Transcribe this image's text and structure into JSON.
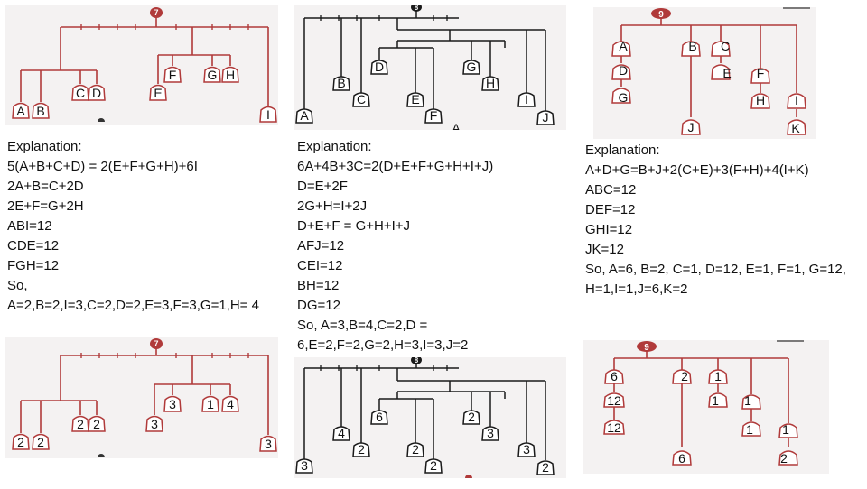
{
  "accent_color": "#b03a3a",
  "ink_color": "#1a1a1a",
  "panels": {
    "p1_top": {
      "badge": "7",
      "labels": {
        "A": "A",
        "B": "B",
        "C": "C",
        "D": "D",
        "E": "E",
        "F": "F",
        "G": "G",
        "H": "H",
        "I": "I"
      }
    },
    "p2_top": {
      "badge": "8",
      "labels": {
        "A": "A",
        "B": "B",
        "C": "C",
        "D": "D",
        "E": "E",
        "F": "F",
        "G": "G",
        "H": "H",
        "I": "I",
        "J": "J"
      },
      "stray": "A"
    },
    "p3_top": {
      "badge": "9",
      "labels": {
        "A": "A",
        "B": "B",
        "C": "C",
        "D": "D",
        "E": "E",
        "F": "F",
        "G": "G",
        "H": "H",
        "I": "I",
        "J": "J",
        "K": "K"
      }
    },
    "p1_bottom": {
      "badge": "7",
      "labels": {
        "A": "2",
        "B": "2",
        "C": "2",
        "D": "2",
        "E": "3",
        "F": "3",
        "G": "1",
        "H": "4",
        "I": "3"
      }
    },
    "p2_bottom": {
      "badge": "8",
      "labels": {
        "A": "3",
        "B": "4",
        "C": "2",
        "D": "6",
        "E": "2",
        "F": "2",
        "G": "2",
        "H": "3",
        "I": "3",
        "J": "2"
      }
    },
    "p3_bottom": {
      "badge": "9",
      "labels": {
        "A": "6",
        "B": "2",
        "C": "1",
        "D": "12",
        "E": "1",
        "F": "1",
        "G": "12",
        "H": "1",
        "I": "1",
        "J": "6",
        "K": "2"
      }
    }
  },
  "explanations": {
    "e1": {
      "title": "Explanation:",
      "lines": [
        "5(A+B+C+D) = 2(E+F+G+H)+6I",
        "2A+B=C+2D",
        "2E+F=G+2H",
        "ABI=12",
        "CDE=12",
        "FGH=12",
        "So,"
      ],
      "answer": "A=2,B=2,I=3,C=2,D=2,E=3,F=3,G=1,H= 4"
    },
    "e2": {
      "title": "Explanation:",
      "lines": [
        "6A+4B+3C=2(D+E+F+G+H+I+J)",
        "D=E+2F",
        "2G+H=I+2J",
        "D+E+F = G+H+I+J",
        "AFJ=12",
        "CEI=12",
        "BH=12",
        "DG=12"
      ],
      "answer": "So, A=3,B=4,C=2,D = 6,E=2,F=2,G=2,H=3,I=3,J=2"
    },
    "e3": {
      "title": "Explanation:",
      "lines": [
        "A+D+G=B+J+2(C+E)+3(F+H)+4(I+K)",
        "ABC=12",
        "DEF=12",
        "GHI=12",
        "JK=12"
      ],
      "answer": "So, A=6, B=2, C=1, D=12, E=1, F=1, G=12, H=1,I=1,J=6,K=2"
    }
  }
}
